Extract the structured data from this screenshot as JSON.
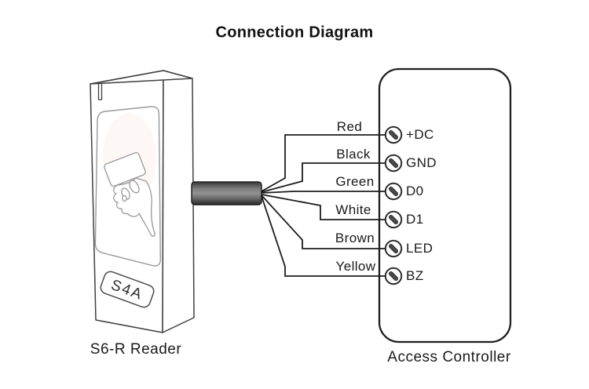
{
  "title": "Connection Diagram",
  "reader": {
    "model_label": "S4A",
    "caption": "S6-R Reader"
  },
  "controller": {
    "caption": "Access Controller"
  },
  "connections": [
    {
      "wire_label": "Red",
      "terminal_label": "+DC"
    },
    {
      "wire_label": "Black",
      "terminal_label": "GND"
    },
    {
      "wire_label": "Green",
      "terminal_label": "D0"
    },
    {
      "wire_label": "White",
      "terminal_label": "D1"
    },
    {
      "wire_label": "Brown",
      "terminal_label": "LED"
    },
    {
      "wire_label": "Yellow",
      "terminal_label": "BZ"
    }
  ],
  "icons": {
    "terminal": "screw-terminal-icon",
    "reader_artwork": "hand-swiping-card-icon"
  },
  "colors": {
    "line": "#1c1c1c",
    "artwork_line": "#999999",
    "cable_gray": "#7d7d7d",
    "background": "#ffffff"
  }
}
